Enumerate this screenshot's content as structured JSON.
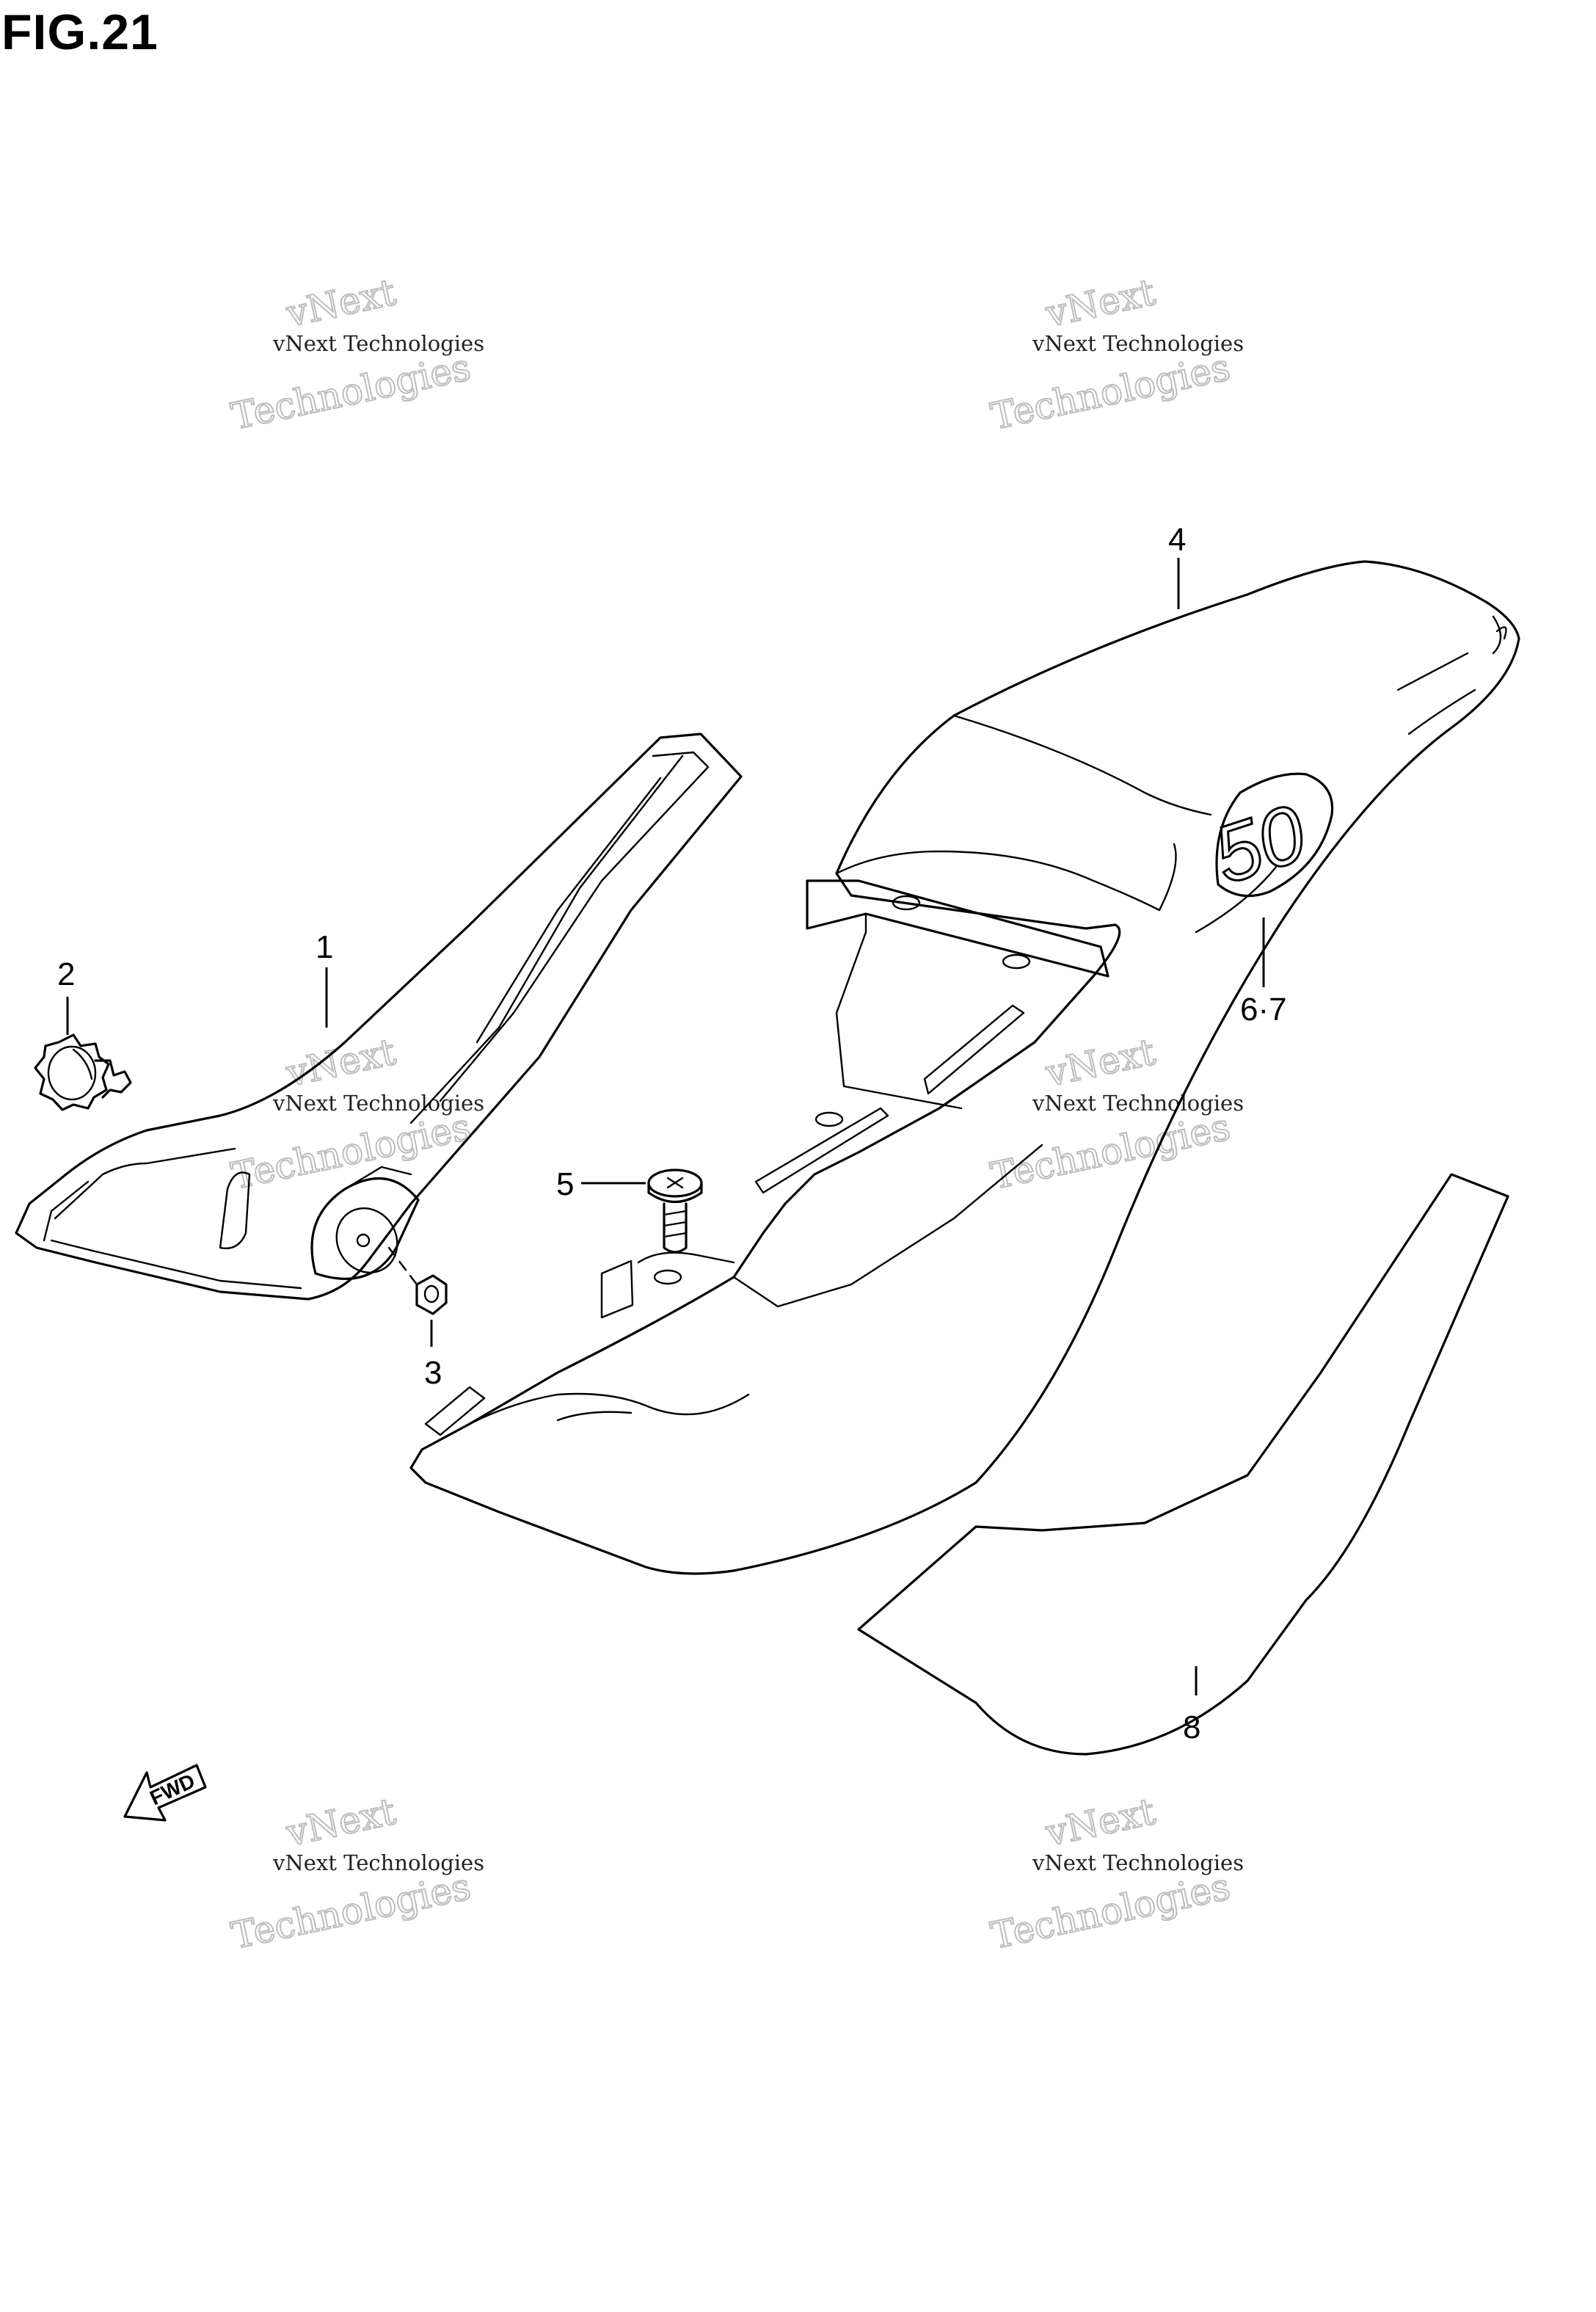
{
  "figure": {
    "title": "FIG.21"
  },
  "parts": [
    {
      "id": "1",
      "label": "1"
    },
    {
      "id": "2",
      "label": "2"
    },
    {
      "id": "3",
      "label": "3"
    },
    {
      "id": "4",
      "label": "4"
    },
    {
      "id": "5",
      "label": "5"
    },
    {
      "id": "6-7",
      "label": "6·7"
    },
    {
      "id": "8",
      "label": "8"
    }
  ],
  "emblem": {
    "text": "50"
  },
  "direction_arrow": {
    "label": "FWD"
  },
  "watermarks": [
    {
      "small": "vNext Technologies",
      "big": "Technologies",
      "top": "vNext"
    },
    {
      "small": "vNext Technologies",
      "big": "Technologies",
      "top": "vNext"
    },
    {
      "small": "vNext Technologies",
      "big": "Technologies",
      "top": "vNext"
    },
    {
      "small": "vNext Technologies",
      "big": "Technologies",
      "top": "vNext"
    },
    {
      "small": "vNext Technologies",
      "big": "Technologies",
      "top": "vNext"
    },
    {
      "small": "vNext Technologies",
      "big": "Technologies",
      "top": "vNext"
    }
  ]
}
